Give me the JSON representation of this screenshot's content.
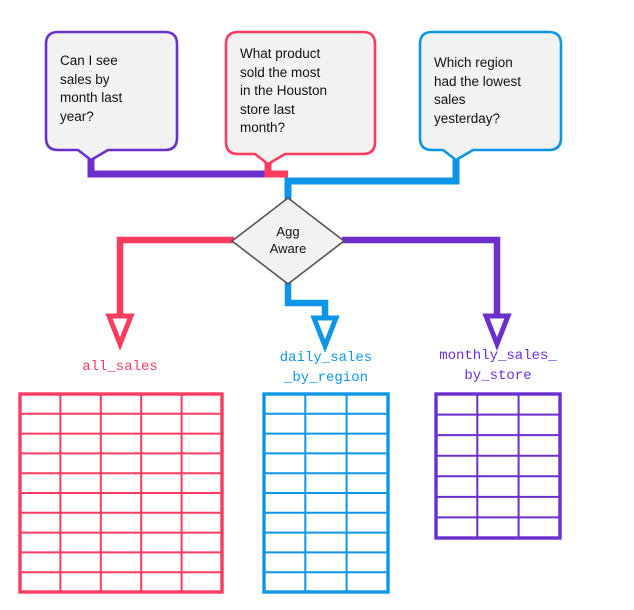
{
  "diagram": {
    "title": "Agg Aware query routing diagram",
    "background": "#ffffff",
    "colors": {
      "purple": "#6B2FD0",
      "pink": "#FB3B60",
      "blue": "#0D96E8",
      "bubble_fill": "#F2F2F2",
      "node_stroke": "#555555",
      "text": "#111111"
    }
  },
  "questions": [
    {
      "id": "question-monthly",
      "text": "Can I see\nsales by\nmonth last\nyear?",
      "color": "#6B2FD0"
    },
    {
      "id": "question-product",
      "text": "What product\nsold the most\nin the Houston\nstore last\nmonth?",
      "color": "#FB3B60"
    },
    {
      "id": "question-region",
      "text": "Which region\nhad the lowest\nsales\nyesterday?",
      "color": "#0D96E8"
    }
  ],
  "decision_node": {
    "id": "agg-aware-node",
    "label": "Agg\nAware",
    "shape": "diamond"
  },
  "tables": [
    {
      "id": "table-all-sales",
      "label": "all_sales",
      "color": "#FB3B60",
      "columns": 5,
      "rows": 10
    },
    {
      "id": "table-daily-sales-by-region",
      "label": "daily_sales\n_by_region",
      "color": "#0D96E8",
      "columns": 3,
      "rows": 10
    },
    {
      "id": "table-monthly-sales-by-store",
      "label": "monthly_sales_\nby_store",
      "color": "#6B2FD0",
      "columns": 3,
      "rows": 7
    }
  ]
}
